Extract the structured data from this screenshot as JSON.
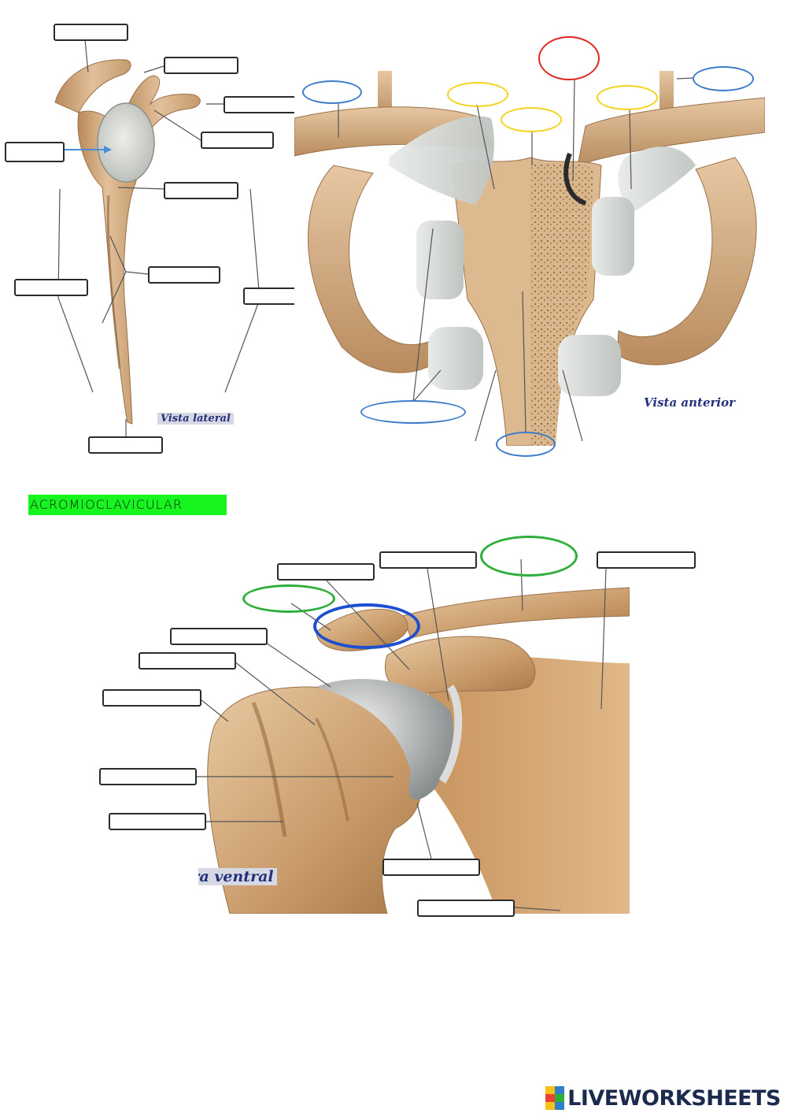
{
  "figures": {
    "lateral": {
      "caption": "Vista lateral"
    },
    "anterior": {
      "caption": "Vista anterior"
    },
    "ventral": {
      "caption": "Cara ventral"
    }
  },
  "section_label": "ACROMIOCLAVICULAR",
  "brand": {
    "name": "LIVEWORKSHEETS",
    "mark_colors": [
      "#f6c21a",
      "#2f80c9",
      "#e94235",
      "#2fae3b",
      "#f6c21a",
      "#2f80c9"
    ]
  },
  "colors": {
    "bone": "#d8b48a",
    "bone_dark": "#b58a5e",
    "cartilage": "#d9dcd6",
    "section_label_bg": "#17f51f"
  }
}
